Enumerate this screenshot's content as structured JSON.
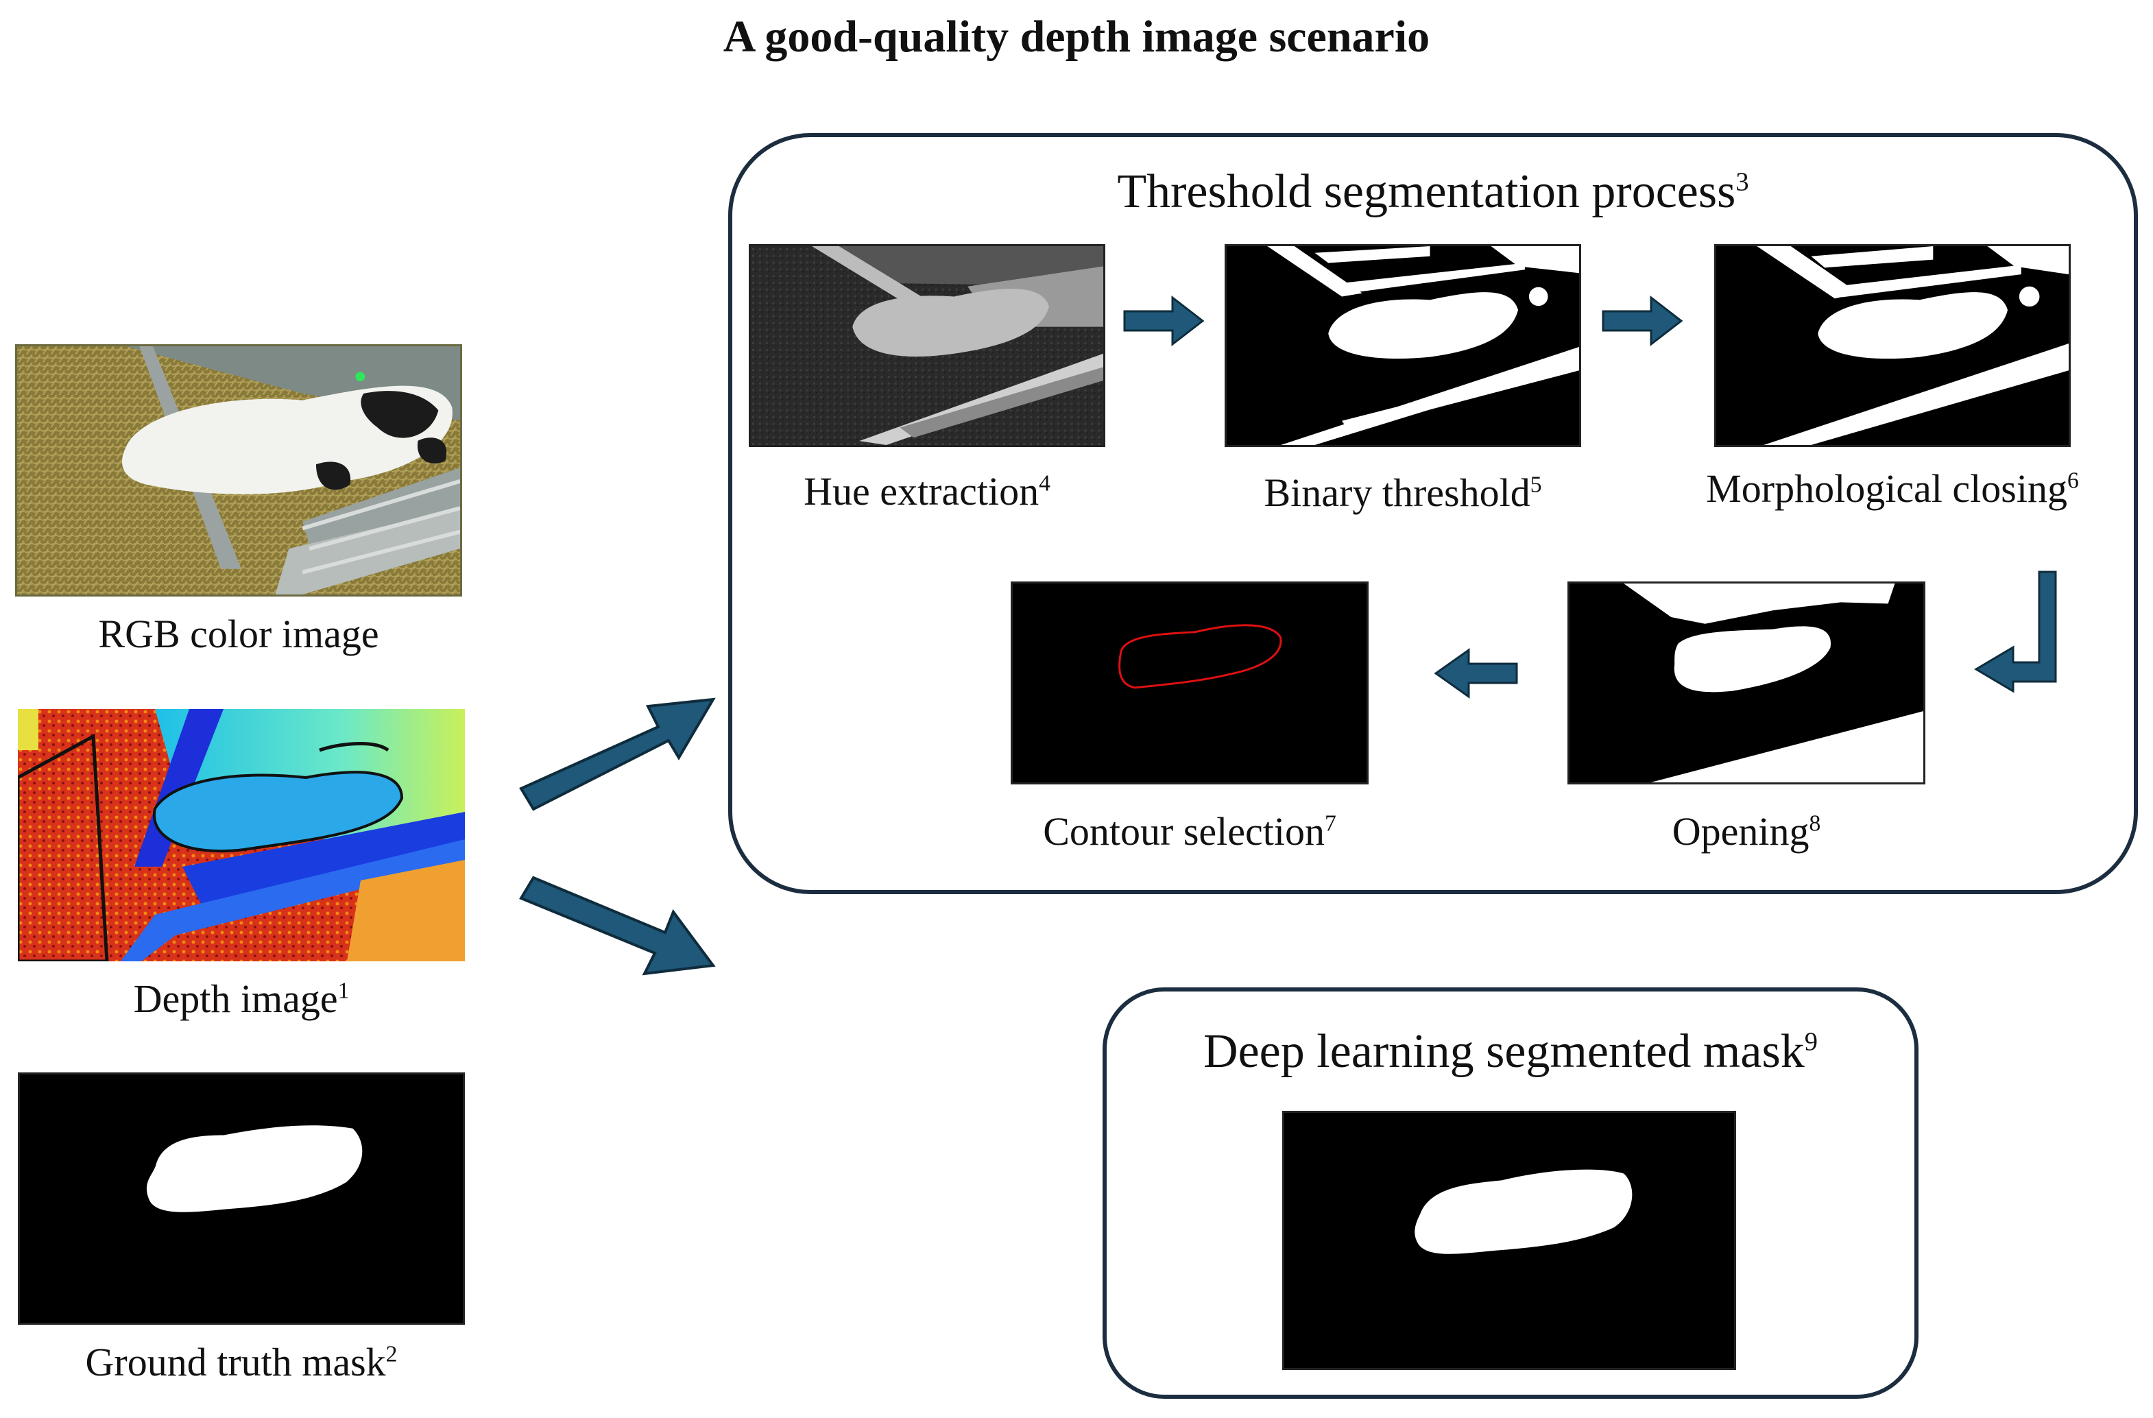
{
  "title": "A good-quality depth image scenario",
  "left_column": {
    "rgb": {
      "label": "RGB color image"
    },
    "depth": {
      "label": "Depth image",
      "sup": "1"
    },
    "ground_truth": {
      "label": "Ground truth mask",
      "sup": "2"
    }
  },
  "threshold_panel": {
    "title": "Threshold segmentation process",
    "sup": "3",
    "steps": [
      {
        "label": "Hue extraction",
        "sup": "4"
      },
      {
        "label": "Binary threshold",
        "sup": "5"
      },
      {
        "label": "Morphological closing",
        "sup": "6"
      },
      {
        "label": "Contour selection",
        "sup": "7"
      },
      {
        "label": "Opening",
        "sup": "8"
      }
    ]
  },
  "deep_learning_panel": {
    "title": "Deep learning segmented mask",
    "sup": "9"
  },
  "colors": {
    "arrow_fill": "#1f5878",
    "arrow_stroke": "#0f2c3d",
    "panel_border": "#1b2d3f",
    "contour": "#e01010"
  }
}
